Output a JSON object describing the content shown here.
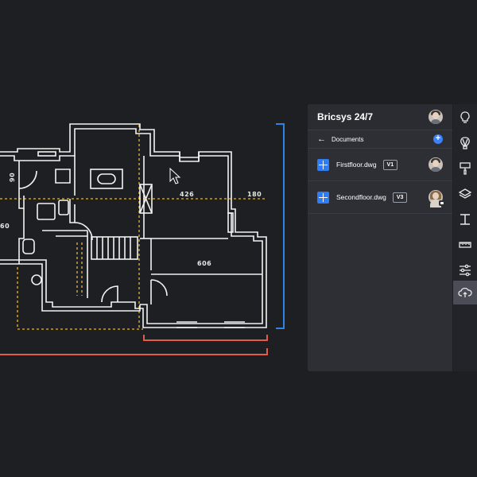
{
  "drawing": {
    "dim_labels": [
      "426",
      "180",
      "606",
      "90",
      "60"
    ]
  },
  "panel": {
    "title": "Bricsys 24/7",
    "nav": {
      "label": "Documents"
    },
    "documents": [
      {
        "name": "Firstfloor.dwg",
        "version": "V1"
      },
      {
        "name": "Secondfloor.dwg",
        "version": "V3"
      }
    ]
  },
  "toolbar": {
    "tools": [
      "lightbulb-icon",
      "hot-air-balloon-icon",
      "paint-roller-icon",
      "layers-icon",
      "i-beam-icon",
      "ruler-icon",
      "sliders-icon",
      "cloud-upload-icon"
    ],
    "active": "cloud-upload-icon"
  },
  "colors": {
    "background": "#1e1f23",
    "wall": "#f2f2f2",
    "guide": "#e8b825",
    "dim_blue": "#2b86e3",
    "dim_red": "#e25b4b",
    "accent": "#3b82f6"
  }
}
